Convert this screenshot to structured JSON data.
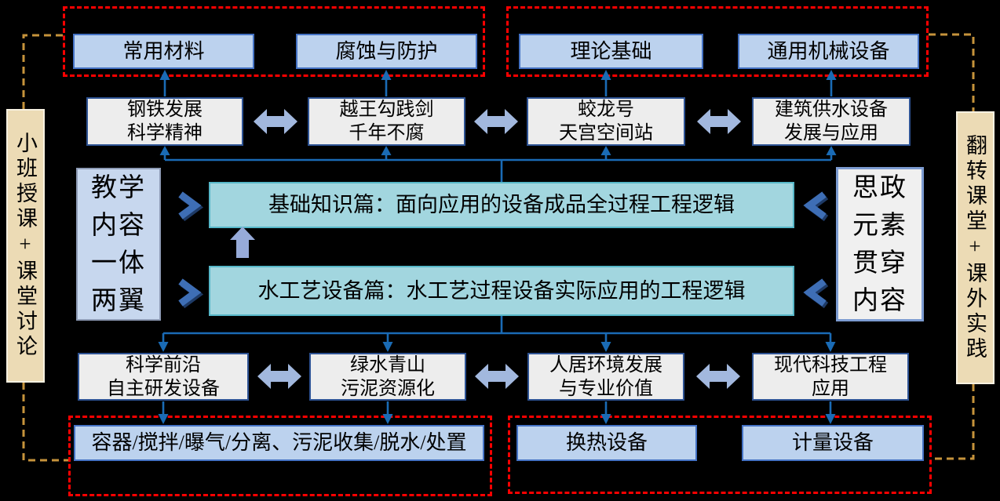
{
  "diagram": {
    "side_left": "小班授课+课堂讨论",
    "side_right": "翻转课堂+课外实践",
    "top_left_group": [
      "常用材料",
      "腐蚀与防护"
    ],
    "top_right_group": [
      "理论基础",
      "通用机械设备"
    ],
    "theme_row_top": [
      "钢铁发展\n科学精神",
      "越王勾践剑\n千年不腐",
      "蛟龙号\n天宫空间站",
      "建筑供水设备\n发展与应用"
    ],
    "left_core": "教学\n内容\n一体\n两翼",
    "right_core": "思政\n元素\n贯穿\n内容",
    "module_basic": "基础知识篇：面向应用的设备成品全过程工程逻辑",
    "module_water": "水工艺设备篇：水工艺过程设备实际应用的工程逻辑",
    "theme_row_bottom": [
      "科学前沿\n自主研发设备",
      "绿水青山\n污泥资源化",
      "人居环境发展\n与专业价值",
      "现代科技工程\n应用"
    ],
    "bottom_left_group": [
      "容器/搅拌/曝气/分离、污泥收集/脱水/处置"
    ],
    "bottom_right_group": [
      "换热设备",
      "计量设备"
    ],
    "colors": {
      "background": "#000000",
      "connector_blue": "#1a6bb5",
      "box_blue_fill": "#bcd2ee",
      "box_blue_border": "#4472c4",
      "box_gray_fill": "#ededed",
      "box_gray_border": "#2e5394",
      "teal_fill": "#a2d6df",
      "teal_border": "#56b7c8",
      "core_left_fill": "#c7d7ee",
      "core_right_fill": "#f0f0f0",
      "panel_tan": "#ecdbb5",
      "red_dashed": "#ff0000",
      "gold_dashed": "#c6933b",
      "arrow_periwinkle": "#a2b8de",
      "chevron_blue": "#3e6eb5"
    }
  }
}
